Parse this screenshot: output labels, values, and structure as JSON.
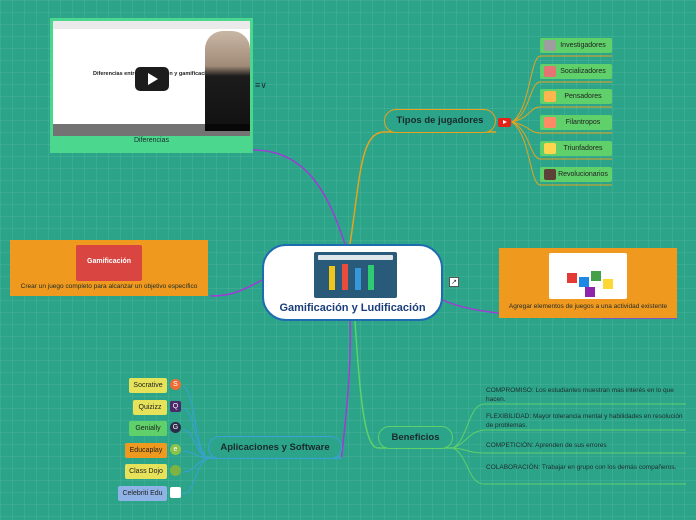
{
  "central": {
    "title": "Gamificación y Ludificación"
  },
  "video_node": {
    "caption": "Diferencias",
    "video_title": "Diferencias entre gamificación y gamificación"
  },
  "left_node": {
    "caption": "Crear un juego completo para alcanzar un objetivo específico",
    "image_text": "Gamificación"
  },
  "right_node": {
    "caption": "Agregar elementos de juegos a una actividad existente"
  },
  "tipos": {
    "label": "Tipos de jugadores",
    "items": [
      "Investigadores",
      "Socializadores",
      "Pensadores",
      "Filantropos",
      "Triunfadores",
      "Revolucionarios"
    ]
  },
  "apps": {
    "label": "Aplicaciones y Software",
    "items": [
      "Socrative",
      "Quizizz",
      "Genially",
      "Educaplay",
      "Class Dojo",
      "Celebriti Edu"
    ]
  },
  "beneficios": {
    "label": "Beneficios",
    "items": [
      "COMPROMISO:  Los estudiantes muestran mas interés en lo que hacen.",
      "FLEXIBILIDAD:  Mayor tolerancia mental y habilidades  en resolución de problemas.",
      "COMPETICIÓN: Aprenden de sus errores",
      "COLABORACIÓN: Trabajar en grupo con los demás compañeros."
    ]
  },
  "colors": {
    "background": "#2ba489",
    "central_border": "#1e6cb0",
    "purple_line": "#a23ad6",
    "orange": "#f0991f",
    "green_node": "#4cd78f"
  }
}
